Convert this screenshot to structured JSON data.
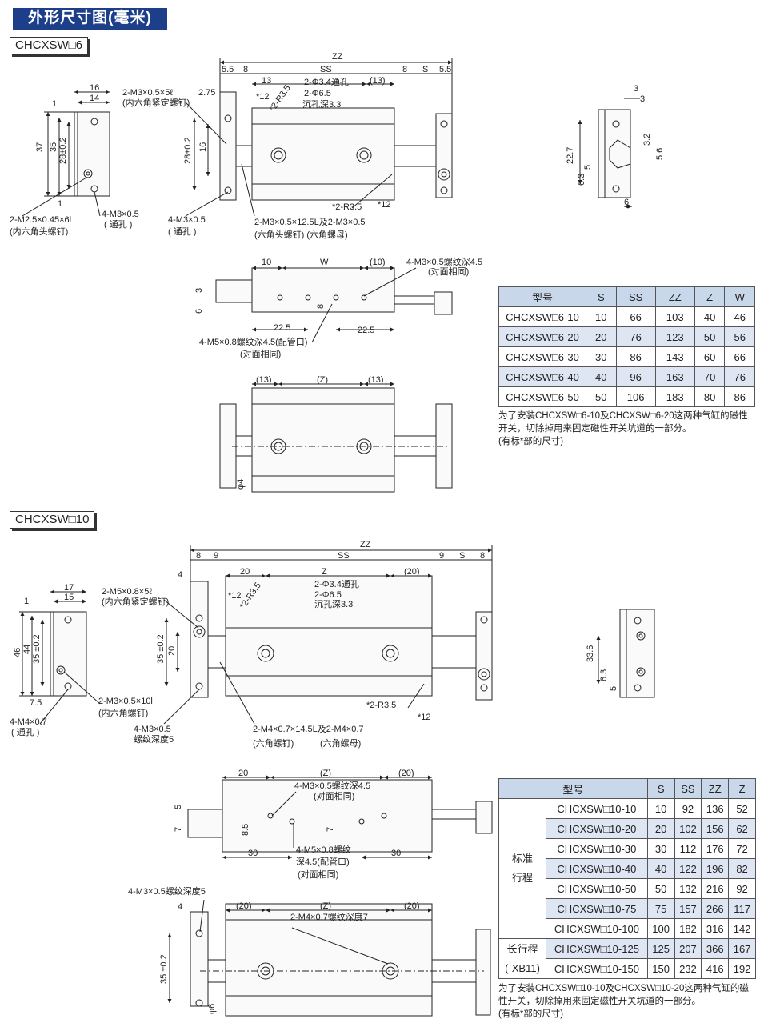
{
  "header": {
    "title": "外形尺寸图(毫米)"
  },
  "section6": {
    "model_label": "CHCXSW□6",
    "side_view": {
      "d16": "16",
      "d14": "14",
      "d1a": "1",
      "d1b": "1",
      "d37": "37",
      "d35": "35",
      "d28": "28±0.2",
      "screw": "2-M2.5×0.45×6l",
      "screw_sub": "(内六角头螺钉)",
      "hole": "4-M3×0.5",
      "hole_sub": "( 通孔 )"
    },
    "front_view": {
      "zz": "ZZ",
      "d55a": "5.5",
      "d8a": "8",
      "ss": "SS",
      "d8b": "8",
      "s": "S",
      "d55b": "5.5",
      "d275": "2.75",
      "d13": "13",
      "d13p": "(13)",
      "d12": "*12",
      "r35": "*2-R3.5",
      "hole_a": "2-Φ3.4通孔",
      "hole_b": "2-Φ6.5",
      "hole_c": "沉孔深3.3",
      "set_screw": "2-M3×0.5×5ℓ",
      "set_screw_sub": "(内六角紧定螺钉)",
      "d28": "28±0.2",
      "d16": "16",
      "r35b": "*2-R3.5",
      "d12b": "*12",
      "hole4": "4-M3×0.5",
      "hole4_sub": "( 通孔 )",
      "bolt": "2-M3×0.5×12.5L及2-M3×0.5",
      "bolt_sub": "(六角头螺钉)  (六角螺母)"
    },
    "end_view": {
      "d3a": "3",
      "d3b": "3",
      "d22": "22.7",
      "d5": "5",
      "d63": "6.3",
      "d32": "3.2",
      "d56": "5.6",
      "d6": "6"
    },
    "top_view": {
      "d10": "10",
      "w": "W",
      "d10p": "(10)",
      "tap": "4-M3×0.5螺纹深4.5",
      "tap_sub": "(对面相同)",
      "d3": "3",
      "d6": "6",
      "d8": "8",
      "d225a": "22.5",
      "d225b": "22.5",
      "port": "4-M5×0.8螺纹深4.5(配管口)",
      "port_sub": "(对面相同)"
    },
    "bottom_view": {
      "d13a": "(13)",
      "z": "(Z)",
      "d13b": "(13)",
      "phi4": "φ4"
    },
    "table": {
      "headers": [
        "型号",
        "S",
        "SS",
        "ZZ",
        "Z",
        "W"
      ],
      "rows": [
        [
          "CHCXSW□6-10",
          "10",
          "66",
          "103",
          "40",
          "46"
        ],
        [
          "CHCXSW□6-20",
          "20",
          "76",
          "123",
          "50",
          "56"
        ],
        [
          "CHCXSW□6-30",
          "30",
          "86",
          "143",
          "60",
          "66"
        ],
        [
          "CHCXSW□6-40",
          "40",
          "96",
          "163",
          "70",
          "76"
        ],
        [
          "CHCXSW□6-50",
          "50",
          "106",
          "183",
          "80",
          "86"
        ]
      ]
    },
    "note_1": "为了安装CHCXSW□6-10及CHCXSW□6-20这两种气缸的磁性",
    "note_2": "开关，切除掉用来固定磁性开关坑道的一部分。",
    "note_3": "(有标*部的尺寸)"
  },
  "section10": {
    "model_label": "CHCXSW□10",
    "side_view": {
      "d17": "17",
      "d15": "15",
      "d1": "1",
      "d46": "46",
      "d44": "44",
      "d35": "35 ±0.2",
      "d75": "7.5",
      "hole": "4-M4×0.7",
      "hole_sub": "( 通孔 )",
      "screw": "2-M3×0.5×10l",
      "screw_sub": "(内六角螺钉)"
    },
    "front_view": {
      "zz": "ZZ",
      "d8a": "8",
      "d9a": "9",
      "ss": "SS",
      "d9b": "9",
      "s": "S",
      "d8b": "8",
      "d4": "4",
      "d20": "20",
      "z": "Z",
      "d20p": "(20)",
      "set_screw": "2-M5×0.8×5ℓ",
      "set_screw_sub": "(内六角紧定螺钉)",
      "d12": "*12",
      "r35": "*2-R3.5",
      "hole_a": "2-Φ3.4通孔",
      "hole_b": "2-Φ6.5",
      "hole_c": "沉孔深3.3",
      "d35": "35 ±0.2",
      "d20v": "20",
      "hole4": "4-M3×0.5",
      "hole4_sub": "螺纹深度5",
      "r35b": "*2-R3.5",
      "d12b": "*12",
      "bolt": "2-M4×0.7×14.5L及2-M4×0.7",
      "bolt_sub_a": "(六角螺钉)",
      "bolt_sub_b": "(六角螺母)"
    },
    "end_view": {
      "d336": "33.6",
      "d63": "6.3",
      "d5": "5"
    },
    "top_view": {
      "d20": "20",
      "z": "(Z)",
      "d20p": "(20)",
      "tap": "4-M3×0.5螺纹深4.5",
      "tap_sub": "(对面相同)",
      "d5": "5",
      "d7": "7",
      "d85": "8.5",
      "d7b": "7",
      "d30a": "30",
      "d30b": "30",
      "port_a": "4-M5×0.8螺纹",
      "port_b": "深4.5(配管口)",
      "port_sub": "(对面相同)"
    },
    "bottom_view": {
      "tap": "4-M3×0.5螺纹深度5",
      "d4": "4",
      "d20a": "(20)",
      "z": "(Z)",
      "d20b": "(20)",
      "tap2": "2-M4×0.7螺纹深度7",
      "d35": "35 ±0.2",
      "phi6": "φ6"
    },
    "table": {
      "headers": [
        "型号",
        "S",
        "SS",
        "ZZ",
        "Z"
      ],
      "group_standard": "标准\n行程",
      "group_long": "长行程\n(-XB11)",
      "rows": [
        [
          "CHCXSW□10-10",
          "10",
          "92",
          "136",
          "52"
        ],
        [
          "CHCXSW□10-20",
          "20",
          "102",
          "156",
          "62"
        ],
        [
          "CHCXSW□10-30",
          "30",
          "112",
          "176",
          "72"
        ],
        [
          "CHCXSW□10-40",
          "40",
          "122",
          "196",
          "82"
        ],
        [
          "CHCXSW□10-50",
          "50",
          "132",
          "216",
          "92"
        ],
        [
          "CHCXSW□10-75",
          "75",
          "157",
          "266",
          "117"
        ],
        [
          "CHCXSW□10-100",
          "100",
          "182",
          "316",
          "142"
        ],
        [
          "CHCXSW□10-125",
          "125",
          "207",
          "366",
          "167"
        ],
        [
          "CHCXSW□10-150",
          "150",
          "232",
          "416",
          "192"
        ]
      ]
    },
    "note_1": "为了安装CHCXSW□10-10及CHCXSW□10-20这两种气缸的磁",
    "note_2": "性开关，切除掉用来固定磁性开关坑道的一部分。",
    "note_3": "(有标*部的尺寸)"
  }
}
